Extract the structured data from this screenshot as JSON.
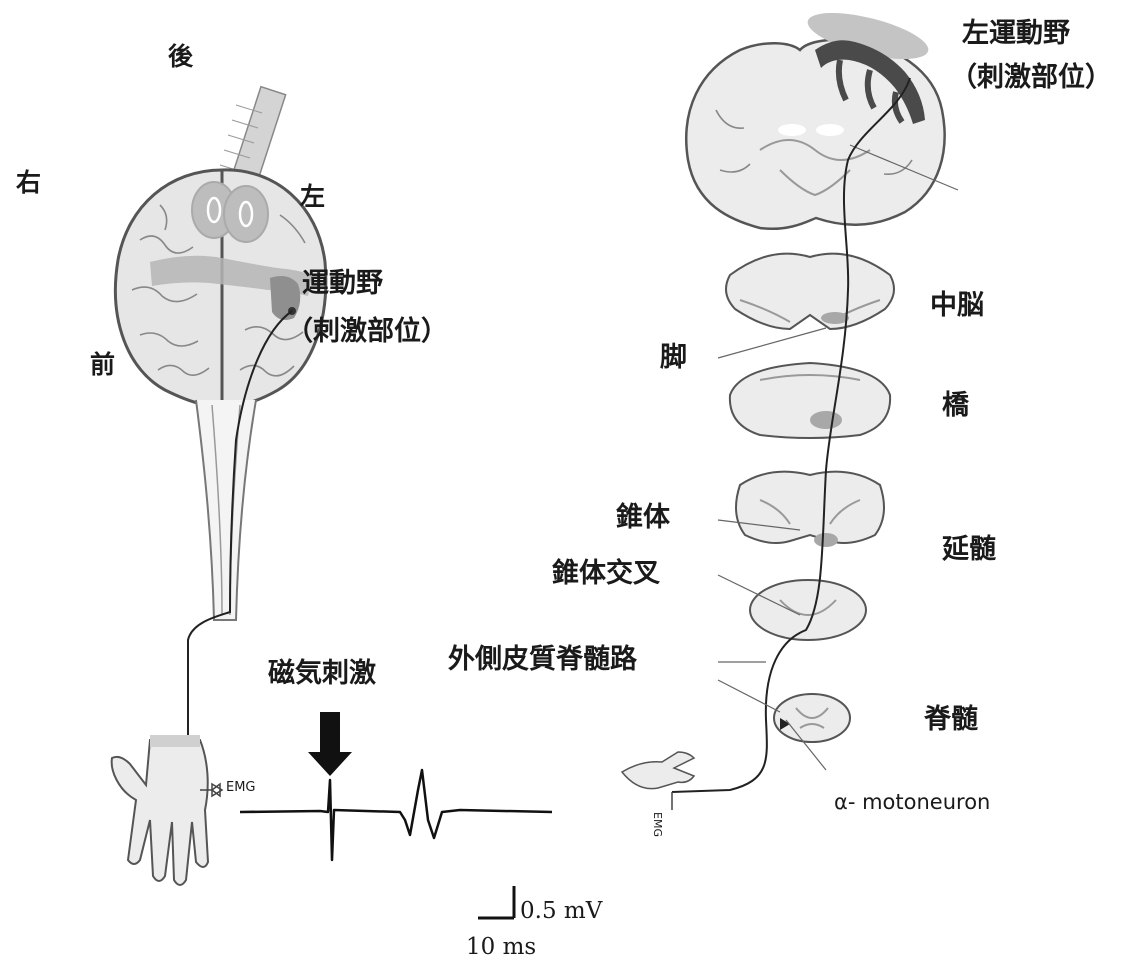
{
  "left_panel": {
    "posterior": "後",
    "right": "右",
    "left": "左",
    "anterior": "前",
    "motor_area": "運動野",
    "stim_site": "（刺激部位）",
    "magnetic_stim": "磁気刺激",
    "emg": "EMG"
  },
  "scale_bar": {
    "voltage": "0.5 mV",
    "time": "10 ms"
  },
  "right_panel": {
    "left_motor_area": "左運動野",
    "stim_site": "（刺激部位）",
    "midbrain": "中脳",
    "peduncle": "脚",
    "pons": "橋",
    "pyramid": "錐体",
    "medulla": "延髄",
    "decussation": "錐体交叉",
    "lateral_tract": "外側皮質脊髄路",
    "spinal_cord": "脊髄",
    "motoneuron": "α- motoneuron",
    "emg_small": "EMG"
  },
  "colors": {
    "outline": "#555555",
    "tissue": "#e6e6e6",
    "shade": "#b5b5b5",
    "dark": "#4a4a4a",
    "trace": "#111111"
  }
}
